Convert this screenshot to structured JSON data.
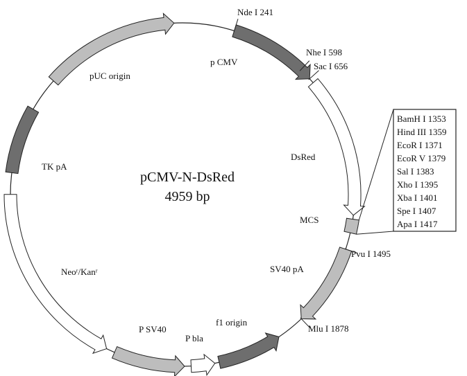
{
  "plasmid": {
    "name": "pCMV-N-DsRed",
    "size": "4959 bp"
  },
  "features": [
    {
      "id": "pcmv",
      "label": "p CMV",
      "start": 241,
      "end": 656,
      "fill": "#6e6e6e",
      "direction": "cw"
    },
    {
      "id": "dsred",
      "label": "DsRed",
      "start": 680,
      "end": 1335,
      "fill": "#ffffff",
      "direction": "cw"
    },
    {
      "id": "mcs",
      "label": "MCS",
      "start": 1353,
      "end": 1417,
      "fill": "#bdbdbd",
      "direction": "none"
    },
    {
      "id": "sv40pa",
      "label": "SV40 pA",
      "start": 1495,
      "end": 1878,
      "fill": "#bdbdbd",
      "direction": "cw"
    },
    {
      "id": "f1",
      "label": "f1 origin",
      "start": 2010,
      "end": 2310,
      "fill": "#6e6e6e",
      "direction": "ccw"
    },
    {
      "id": "pbla",
      "label": "P bla",
      "start": 2330,
      "end": 2440,
      "fill": "#ffffff",
      "direction": "ccw"
    },
    {
      "id": "psv40",
      "label": "P SV40",
      "start": 2470,
      "end": 2800,
      "fill": "#bdbdbd",
      "direction": "ccw"
    },
    {
      "id": "neo",
      "label": "Neoʳ/Kanʳ",
      "start": 2840,
      "end": 3720,
      "fill": "#ffffff",
      "direction": "ccw"
    },
    {
      "id": "tkpa",
      "label": "TK pA",
      "start": 3820,
      "end": 4130,
      "fill": "#6e6e6e",
      "direction": "none"
    },
    {
      "id": "puc",
      "label": "pUC origin",
      "start": 4290,
      "end": 4920,
      "fill": "#bdbdbd",
      "direction": "cw"
    }
  ],
  "sites": [
    {
      "label": "Nde I 241",
      "pos": 241
    },
    {
      "label": "Nhe I 598",
      "pos": 598
    },
    {
      "label": "Sac I 656",
      "pos": 656
    },
    {
      "label": "Pvu I 1495",
      "pos": 1495
    },
    {
      "label": "Mlu I 1878",
      "pos": 1878
    }
  ],
  "mcs_sites": [
    "BamH I 1353",
    "Hind III 1359",
    "EcoR I 1371",
    "EcoR V 1379",
    "Sal I 1383",
    "Xho I 1395",
    "Xba I 1401",
    "Spe I 1407",
    "Apa I 1417"
  ]
}
